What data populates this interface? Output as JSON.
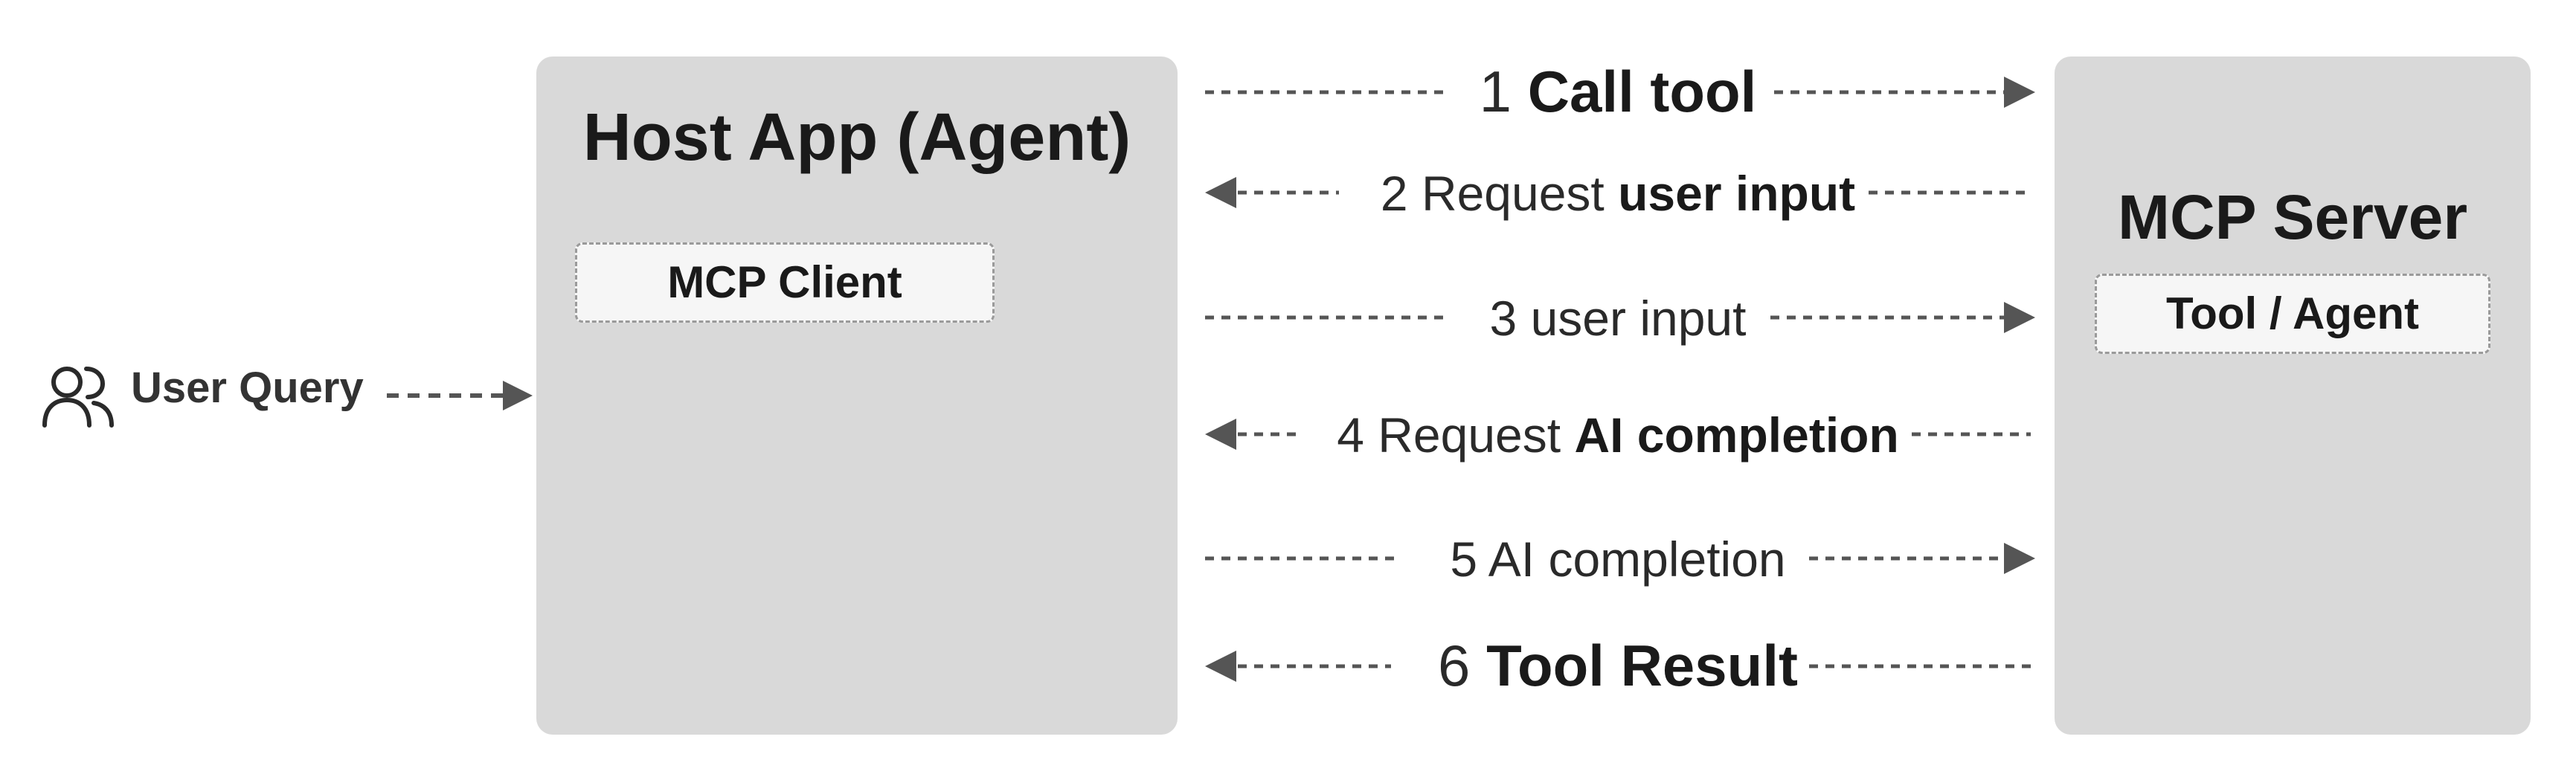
{
  "host": {
    "title": "Host App (Agent)",
    "client_label": "MCP Client"
  },
  "server": {
    "title": "MCP Server",
    "tool_label": "Tool / Agent"
  },
  "user": {
    "icon": "users-icon",
    "query_label": "User Query"
  },
  "steps": [
    {
      "num": "1",
      "pre": "",
      "bold": "Call tool",
      "direction": "to-server"
    },
    {
      "num": "2",
      "pre": "Request",
      "bold": "user input",
      "direction": "to-host"
    },
    {
      "num": "3",
      "pre": "user input",
      "bold": "",
      "direction": "to-server"
    },
    {
      "num": "4",
      "pre": "Request",
      "bold": "AI completion",
      "direction": "to-host"
    },
    {
      "num": "5",
      "pre": "AI completion",
      "bold": "",
      "direction": "to-server"
    },
    {
      "num": "6",
      "pre": "",
      "bold": "Tool Result",
      "direction": "to-host"
    }
  ],
  "colors": {
    "box": "#d9d9d9",
    "inner": "#f6f6f6",
    "arrow": "#555555"
  }
}
